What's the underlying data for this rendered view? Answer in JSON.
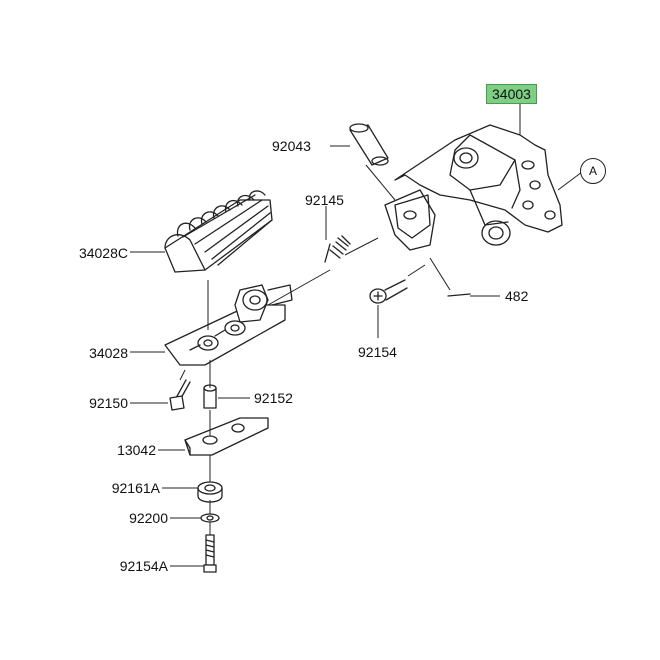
{
  "parts": {
    "p34003": "34003",
    "p92043": "92043",
    "p92145": "92145",
    "p34028C": "34028C",
    "p482": "482",
    "p92154": "92154",
    "p34028": "34028",
    "p92150": "92150",
    "p92152": "92152",
    "p13042": "13042",
    "p92161A": "92161A",
    "p92200": "92200",
    "p92154A": "92154A"
  },
  "ref_marker": "A",
  "colors": {
    "highlight": "#7dcf84",
    "line": "#222222"
  }
}
